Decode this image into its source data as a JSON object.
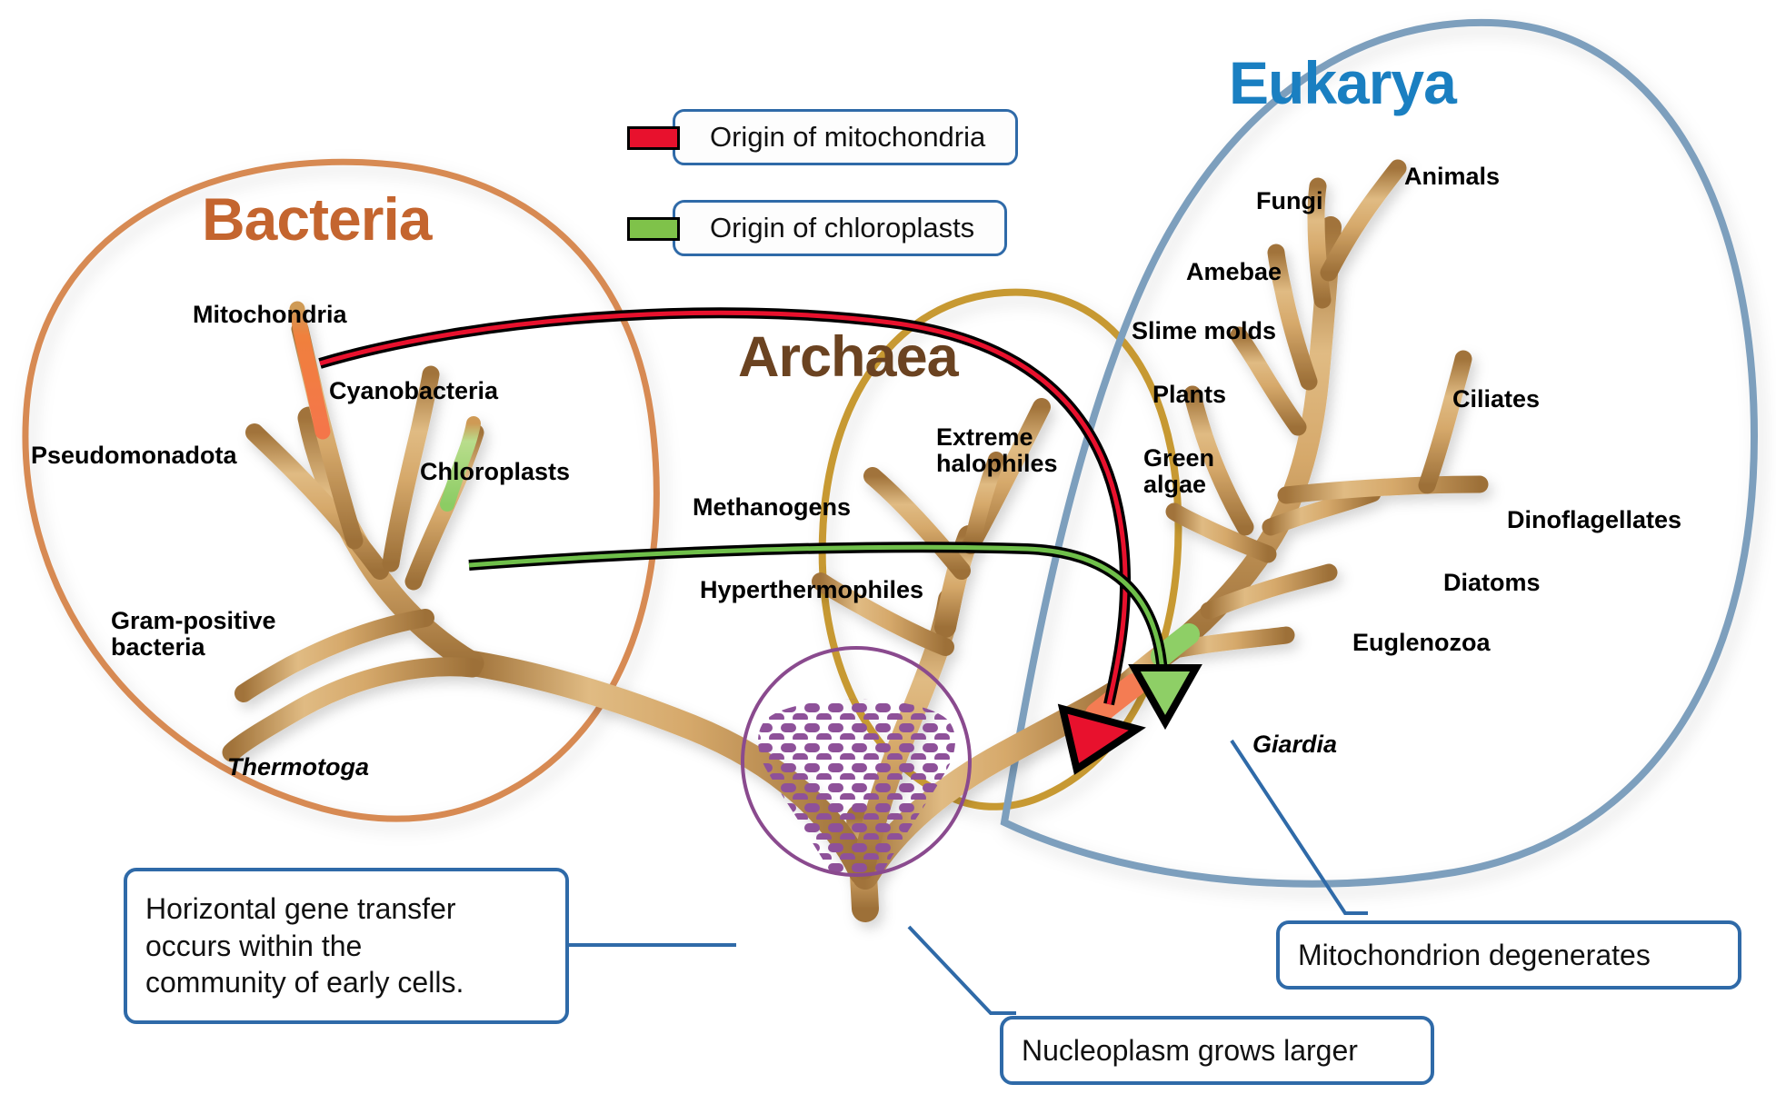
{
  "figure": {
    "type": "phylogenetic-tree-of-life-diagram"
  },
  "domains": {
    "bacteria": {
      "label": "Bacteria",
      "color": "#c4652f"
    },
    "archaea": {
      "label": "Archaea",
      "color": "#6b4321"
    },
    "eukarya": {
      "label": "Eukarya",
      "color": "#1a7fc1"
    }
  },
  "legend": {
    "items": [
      {
        "label": "Origin of mitochondria",
        "color": "#e8112d"
      },
      {
        "label": "Origin of chloroplasts",
        "color": "#7fc24a"
      }
    ]
  },
  "bacteria_taxa": [
    {
      "label": "Mitochondria"
    },
    {
      "label": "Cyanobacteria"
    },
    {
      "label": "Pseudomonadota"
    },
    {
      "label": "Chloroplasts"
    },
    {
      "label": "Gram-positive\nbacteria"
    },
    {
      "label": "Thermotoga",
      "italic": true
    }
  ],
  "archaea_taxa": [
    {
      "label": "Extreme\nhalophiles"
    },
    {
      "label": "Methanogens"
    },
    {
      "label": "Hyperthermophiles"
    }
  ],
  "eukarya_taxa": [
    {
      "label": "Animals"
    },
    {
      "label": "Fungi"
    },
    {
      "label": "Amebae"
    },
    {
      "label": "Slime molds"
    },
    {
      "label": "Plants"
    },
    {
      "label": "Ciliates"
    },
    {
      "label": "Green\nalgae"
    },
    {
      "label": "Dinoflagellates"
    },
    {
      "label": "Diatoms"
    },
    {
      "label": "Euglenozoa"
    },
    {
      "label": "Giardia",
      "italic": true
    }
  ],
  "callouts": [
    {
      "label": "Horizontal gene transfer\noccurs within the\ncommunity of early cells."
    },
    {
      "label": "Mitochondrion degenerates"
    },
    {
      "label": "Nucleoplasm grows larger"
    }
  ],
  "colors": {
    "branch": "#c89a5e",
    "branch_dark": "#a9783c",
    "bacteria_oval": "#d78a52",
    "archaea_oval": "#c79932",
    "eukarya_oval": "#7d9fbd",
    "nucleoplasm_circle": "#8a4a8e",
    "nucleoplasm_fill": "#8e5199",
    "mitochondria_line": "#e8112d",
    "chloroplast_line": "#6fbf4a",
    "callout_border": "#2f6aa8"
  }
}
